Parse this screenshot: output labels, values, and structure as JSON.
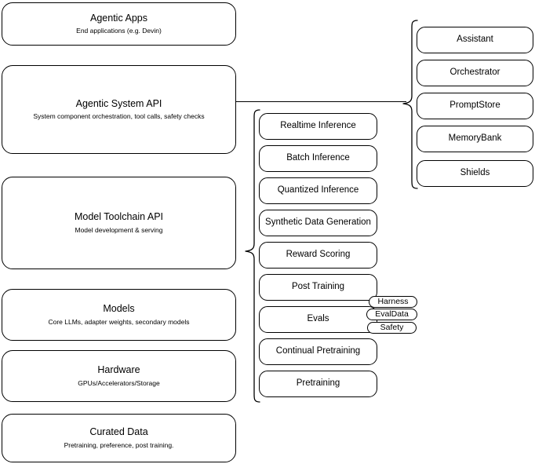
{
  "diagram": {
    "title": "AI Stack Layers Architecture Diagram",
    "colors": {
      "stroke": "#000000",
      "fill": "#ffffff",
      "text": "#000000"
    }
  },
  "stack_layers": [
    {
      "id": "agentic-apps",
      "title": "Agentic Apps",
      "subtitle": "End applications (e.g. Devin)"
    },
    {
      "id": "agentic-system-api",
      "title": "Agentic System API",
      "subtitle": "System component orchestration, tool calls, safety checks"
    },
    {
      "id": "model-toolchain-api",
      "title": "Model Toolchain API",
      "subtitle": "Model development & serving"
    },
    {
      "id": "models",
      "title": "Models",
      "subtitle": "Core LLMs, adapter weights, secondary models"
    },
    {
      "id": "hardware",
      "title": "Hardware",
      "subtitle": "GPUs/Accelerators/Storage"
    },
    {
      "id": "curated-data",
      "title": "Curated Data",
      "subtitle": "Pretraining, preference, post training."
    }
  ],
  "toolchain_components": [
    {
      "id": "realtime-inference",
      "label": "Realtime Inference"
    },
    {
      "id": "batch-inference",
      "label": "Batch Inference"
    },
    {
      "id": "quantized-inference",
      "label": "Quantized Inference"
    },
    {
      "id": "synthetic-data-generation",
      "label": "Synthetic Data Generation"
    },
    {
      "id": "reward-scoring",
      "label": "Reward Scoring"
    },
    {
      "id": "post-training",
      "label": "Post Training"
    },
    {
      "id": "evals",
      "label": "Evals"
    },
    {
      "id": "continual-pretraining",
      "label": "Continual Pretraining"
    },
    {
      "id": "pretraining",
      "label": "Pretraining"
    }
  ],
  "eval_subcomponents": [
    {
      "id": "harness",
      "label": "Harness"
    },
    {
      "id": "evaldata",
      "label": "EvalData"
    },
    {
      "id": "safety",
      "label": "Safety"
    }
  ],
  "system_components": [
    {
      "id": "assistant",
      "label": "Assistant"
    },
    {
      "id": "orchestrator",
      "label": "Orchestrator"
    },
    {
      "id": "promptstore",
      "label": "PromptStore"
    },
    {
      "id": "memorybank",
      "label": "MemoryBank"
    },
    {
      "id": "shields",
      "label": "Shields"
    }
  ]
}
